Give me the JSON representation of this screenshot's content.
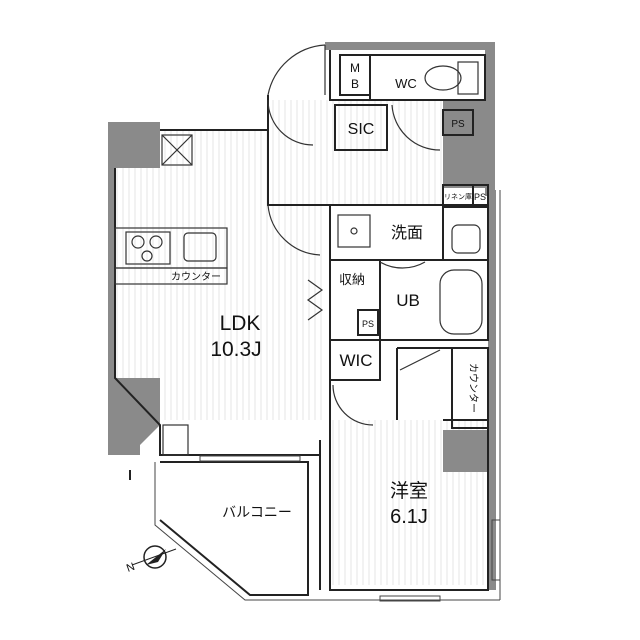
{
  "rooms": {
    "ldk": {
      "name": "LDK",
      "size": "10.3J"
    },
    "western": {
      "name": "洋室",
      "size": "6.1J"
    },
    "balcony": "バルコニー",
    "wc": "WC",
    "mb": "M\nB",
    "sic": "SIC",
    "ps_top": "PS",
    "linen": "リネン庫",
    "ps_linen": "PS",
    "washroom": "洗面",
    "storage": "収納",
    "ub": "UB",
    "ps_small": "PS",
    "wic": "WIC",
    "kitchen_counter": "カウンター",
    "room_counter": "カウンター"
  },
  "compass": {
    "label": "N"
  },
  "colors": {
    "wall": "#8a8a8a",
    "line": "#222222",
    "floor": "#ffffff"
  }
}
